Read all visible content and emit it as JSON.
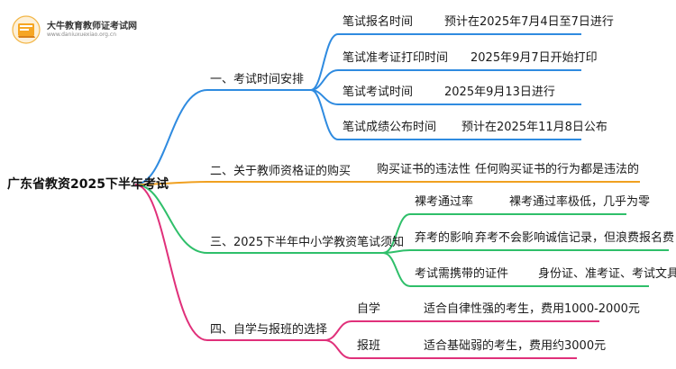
{
  "logo": {
    "title": "大牛教育教师证考试网",
    "subtitle": "www.daniuxuexiao.org.cn"
  },
  "root": "广东省教资2025下半年考试",
  "branches": [
    {
      "label": "一、考试时间安排",
      "color": "#2f8be0",
      "children": [
        {
          "label": "笔试报名时间",
          "value": "预计在2025年7月4日至7日进行"
        },
        {
          "label": "笔试准考证打印时间",
          "value": "2025年9月7日开始打印"
        },
        {
          "label": "笔试考试时间",
          "value": "2025年9月13日进行"
        },
        {
          "label": "笔试成绩公布时间",
          "value": "预计在2025年11月8日公布"
        }
      ]
    },
    {
      "label": "二、关于教师资格证的购买",
      "color": "#f0a020",
      "children": [
        {
          "label": "购买证书的违法性",
          "value": "任何购买证书的行为都是违法的"
        }
      ]
    },
    {
      "label": "三、2025下半年中小学教资笔试须知",
      "color": "#2fbf6a",
      "children": [
        {
          "label": "裸考通过率",
          "value": "裸考通过率极低，几乎为零"
        },
        {
          "label": "弃考的影响",
          "value": "弃考不会影响诚信记录，但浪费报名费"
        },
        {
          "label": "考试需携带的证件",
          "value": "身份证、准考证、考试文具"
        }
      ]
    },
    {
      "label": "四、自学与报班的选择",
      "color": "#e0307a",
      "children": [
        {
          "label": "自学",
          "value": "适合自律性强的考生，费用1000-2000元"
        },
        {
          "label": "报班",
          "value": "适合基础弱的考生，费用约3000元"
        }
      ]
    }
  ]
}
